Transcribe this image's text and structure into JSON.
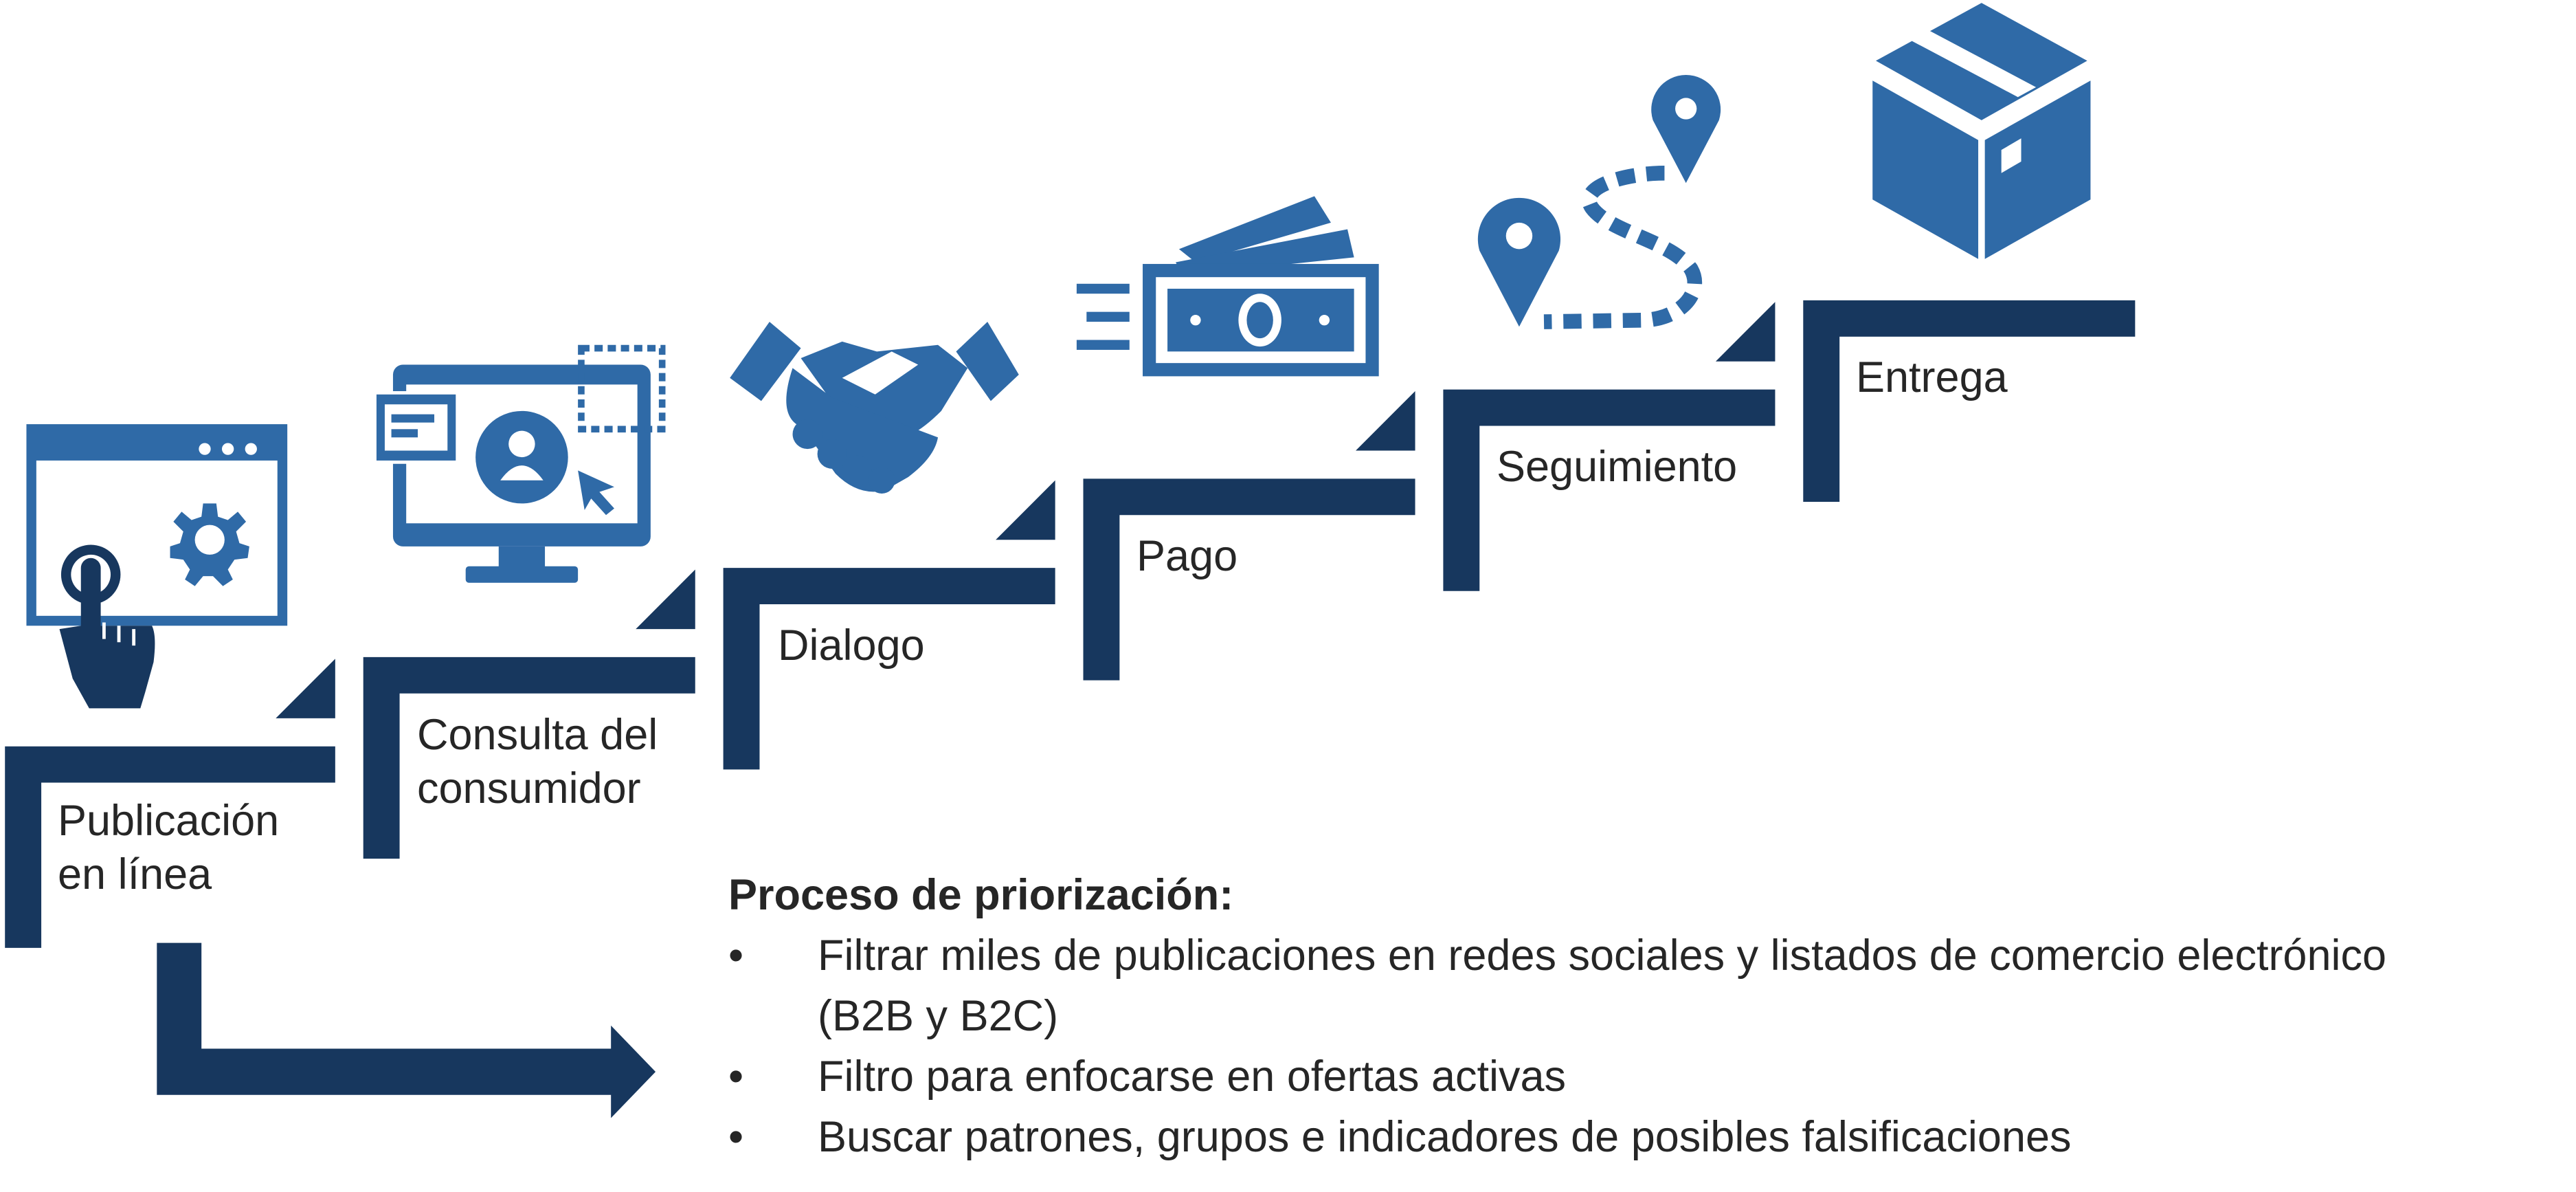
{
  "colors": {
    "dark_navy": "#17375e",
    "icon_blue": "#2f6aa7",
    "text": "#262626"
  },
  "steps": [
    {
      "label": "Publicación\nen línea",
      "icon": "web-settings-touch-icon"
    },
    {
      "label": "Consulta del\nconsumidor",
      "icon": "monitor-user-cursor-icon"
    },
    {
      "label": "Dialogo",
      "icon": "handshake-icon"
    },
    {
      "label": "Pago",
      "icon": "money-icon"
    },
    {
      "label": "Seguimiento",
      "icon": "location-route-icon"
    },
    {
      "label": "Entrega",
      "icon": "package-box-icon"
    }
  ],
  "process": {
    "title": "Proceso de priorización:",
    "bullet": "•",
    "items": [
      "Filtrar miles de publicaciones en redes sociales y listados de comercio electrónico\n(B2B y B2C)",
      "Filtro para enfocarse en ofertas activas",
      "Buscar patrones, grupos e indicadores de posibles falsificaciones"
    ]
  }
}
